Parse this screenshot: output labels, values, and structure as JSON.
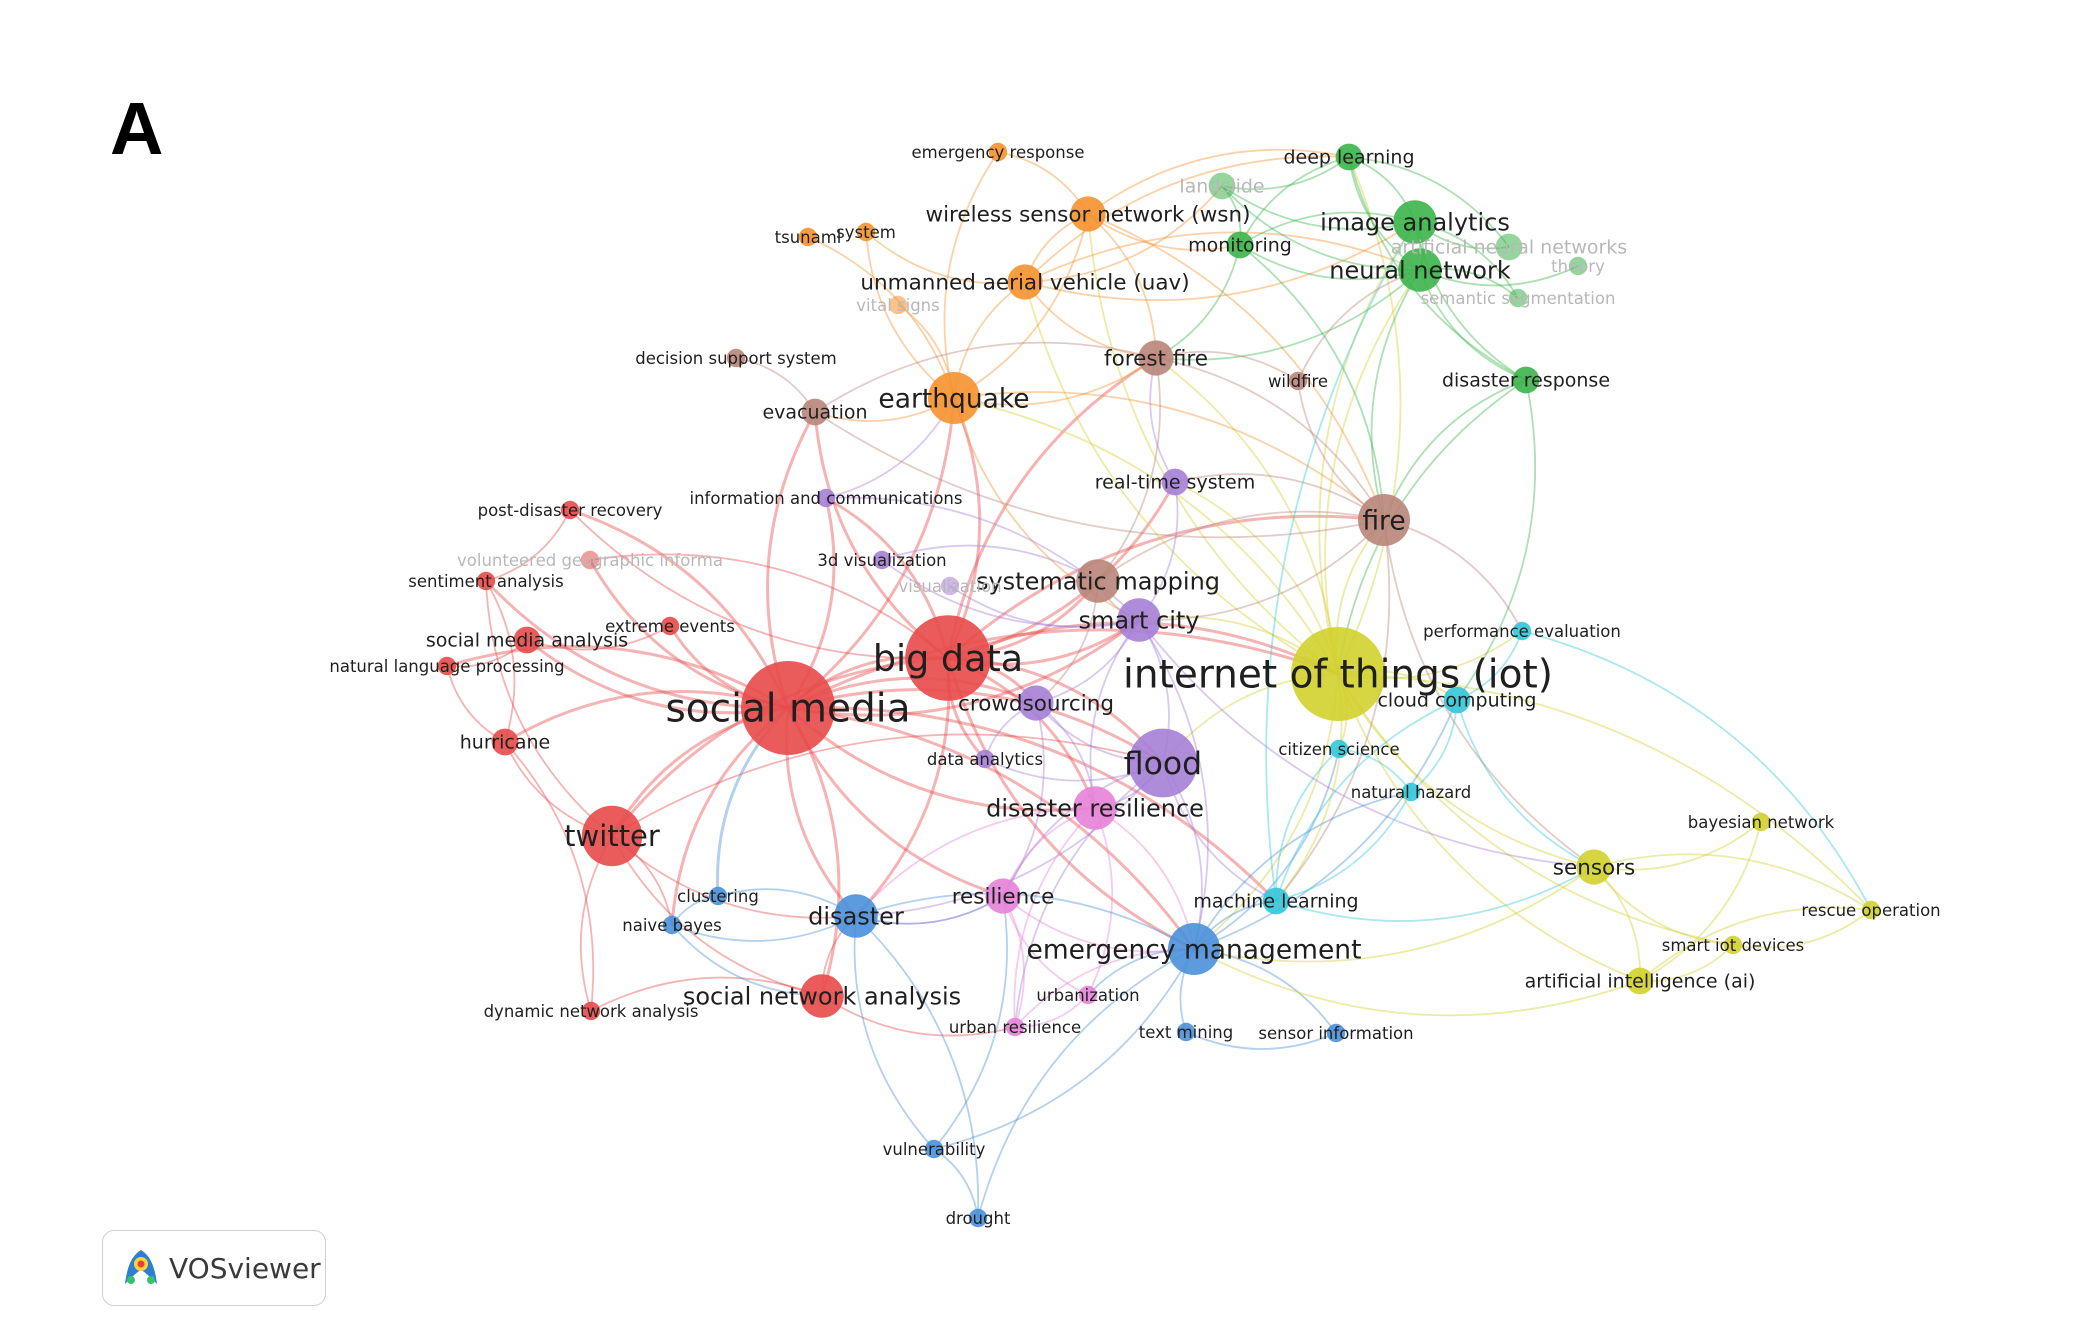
{
  "panel_letter": "A",
  "brand": {
    "name": "VOSviewer",
    "icon": "vosviewer-logo-icon"
  },
  "clusters": {
    "red": "#e84a4a",
    "green": "#3cb44b",
    "orange": "#f5922f",
    "brown": "#b98579",
    "purple": "#a57fd6",
    "yellow": "#d2d02d",
    "blue": "#4a90d9",
    "pink": "#e782d8",
    "cyan": "#34c6d8"
  },
  "items": [
    {
      "label": "social media",
      "cluster": "red",
      "weight": 10
    },
    {
      "label": "big data",
      "cluster": "red",
      "weight": 9
    },
    {
      "label": "twitter",
      "cluster": "red",
      "weight": 6
    },
    {
      "label": "social network analysis",
      "cluster": "red",
      "weight": 4
    },
    {
      "label": "hurricane",
      "cluster": "red",
      "weight": 2
    },
    {
      "label": "social media analysis",
      "cluster": "red",
      "weight": 2
    },
    {
      "label": "natural language processing",
      "cluster": "red",
      "weight": 1
    },
    {
      "label": "sentiment analysis",
      "cluster": "red",
      "weight": 1
    },
    {
      "label": "post-disaster recovery",
      "cluster": "red",
      "weight": 1
    },
    {
      "label": "extreme events",
      "cluster": "red",
      "weight": 1
    },
    {
      "label": "dynamic network analysis",
      "cluster": "red",
      "weight": 1
    },
    {
      "label": "volunteered geographic informa",
      "cluster": "red",
      "weight": 1,
      "faded": true
    },
    {
      "label": "deep learning",
      "cluster": "green",
      "weight": 2
    },
    {
      "label": "landslide",
      "cluster": "green",
      "weight": 2,
      "faded": true
    },
    {
      "label": "image analytics",
      "cluster": "green",
      "weight": 4
    },
    {
      "label": "monitoring",
      "cluster": "green",
      "weight": 2
    },
    {
      "label": "neural network",
      "cluster": "green",
      "weight": 4
    },
    {
      "label": "artificial neural networks",
      "cluster": "green",
      "weight": 2,
      "faded": true
    },
    {
      "label": "semantic segmentation",
      "cluster": "green",
      "weight": 1,
      "faded": true
    },
    {
      "label": "disaster response",
      "cluster": "green",
      "weight": 2
    },
    {
      "label": "theory",
      "cluster": "green",
      "weight": 1,
      "faded": true
    },
    {
      "label": "earthquake",
      "cluster": "orange",
      "weight": 5
    },
    {
      "label": "unmanned aerial vehicle (uav)",
      "cluster": "orange",
      "weight": 3
    },
    {
      "label": "wireless sensor network (wsn)",
      "cluster": "orange",
      "weight": 3
    },
    {
      "label": "system",
      "cluster": "orange",
      "weight": 1
    },
    {
      "label": "tsunami",
      "cluster": "orange",
      "weight": 1
    },
    {
      "label": "emergency response",
      "cluster": "orange",
      "weight": 1
    },
    {
      "label": "vital signs",
      "cluster": "orange",
      "weight": 1,
      "faded": true
    },
    {
      "label": "forest fire",
      "cluster": "brown",
      "weight": 3
    },
    {
      "label": "evacuation",
      "cluster": "brown",
      "weight": 2
    },
    {
      "label": "fire",
      "cluster": "brown",
      "weight": 5
    },
    {
      "label": "systematic mapping",
      "cluster": "brown",
      "weight": 4
    },
    {
      "label": "wildfire",
      "cluster": "brown",
      "weight": 1
    },
    {
      "label": "decision support system",
      "cluster": "brown",
      "weight": 1
    },
    {
      "label": "flood",
      "cluster": "purple",
      "weight": 7
    },
    {
      "label": "smart city",
      "cluster": "purple",
      "weight": 4
    },
    {
      "label": "crowdsourcing",
      "cluster": "purple",
      "weight": 3
    },
    {
      "label": "real-time system",
      "cluster": "purple",
      "weight": 2
    },
    {
      "label": "information and communications",
      "cluster": "purple",
      "weight": 1
    },
    {
      "label": "3d visualization",
      "cluster": "purple",
      "weight": 1
    },
    {
      "label": "visualization",
      "cluster": "purple",
      "weight": 1,
      "faded": true
    },
    {
      "label": "data analytics",
      "cluster": "purple",
      "weight": 1
    },
    {
      "label": "internet of things (iot)",
      "cluster": "yellow",
      "weight": 10
    },
    {
      "label": "sensors",
      "cluster": "yellow",
      "weight": 3
    },
    {
      "label": "artificial intelligence (ai)",
      "cluster": "yellow",
      "weight": 2
    },
    {
      "label": "smart iot devices",
      "cluster": "yellow",
      "weight": 1
    },
    {
      "label": "rescue operation",
      "cluster": "yellow",
      "weight": 1
    },
    {
      "label": "bayesian network",
      "cluster": "yellow",
      "weight": 1
    },
    {
      "label": "disaster",
      "cluster": "blue",
      "weight": 4
    },
    {
      "label": "emergency management",
      "cluster": "blue",
      "weight": 5
    },
    {
      "label": "naive bayes",
      "cluster": "blue",
      "weight": 1
    },
    {
      "label": "clustering",
      "cluster": "blue",
      "weight": 1
    },
    {
      "label": "vulnerability",
      "cluster": "blue",
      "weight": 1
    },
    {
      "label": "drought",
      "cluster": "blue",
      "weight": 1
    },
    {
      "label": "text mining",
      "cluster": "blue",
      "weight": 1
    },
    {
      "label": "sensor information",
      "cluster": "blue",
      "weight": 1
    },
    {
      "label": "disaster resilience",
      "cluster": "pink",
      "weight": 4
    },
    {
      "label": "resilience",
      "cluster": "pink",
      "weight": 3
    },
    {
      "label": "urban resilience",
      "cluster": "pink",
      "weight": 1
    },
    {
      "label": "urbanization",
      "cluster": "pink",
      "weight": 1
    },
    {
      "label": "machine learning",
      "cluster": "cyan",
      "weight": 2
    },
    {
      "label": "cloud computing",
      "cluster": "cyan",
      "weight": 2
    },
    {
      "label": "citizen science",
      "cluster": "cyan",
      "weight": 1
    },
    {
      "label": "natural hazard",
      "cluster": "cyan",
      "weight": 1
    },
    {
      "label": "performance evaluation",
      "cluster": "cyan",
      "weight": 1
    }
  ],
  "links": [
    [
      "social media",
      "big data"
    ],
    [
      "social media",
      "twitter"
    ],
    [
      "social media",
      "flood"
    ],
    [
      "social media",
      "disaster"
    ],
    [
      "social media",
      "social network analysis"
    ],
    [
      "social media",
      "hurricane"
    ],
    [
      "social media",
      "crowdsourcing"
    ],
    [
      "social media",
      "earthquake"
    ],
    [
      "social media",
      "emergency management"
    ],
    [
      "social media",
      "disaster resilience"
    ],
    [
      "social media",
      "social media analysis"
    ],
    [
      "social media",
      "natural language processing"
    ],
    [
      "social media",
      "sentiment analysis"
    ],
    [
      "social media",
      "post-disaster recovery"
    ],
    [
      "social media",
      "extreme events"
    ],
    [
      "social media",
      "information and communications"
    ],
    [
      "social media",
      "evacuation"
    ],
    [
      "social media",
      "smart city"
    ],
    [
      "social media",
      "internet of things (iot)"
    ],
    [
      "social media",
      "resilience"
    ],
    [
      "social media",
      "machine learning"
    ],
    [
      "social media",
      "naive bayes"
    ],
    [
      "big data",
      "internet of things (iot)"
    ],
    [
      "big data",
      "smart city"
    ],
    [
      "big data",
      "flood"
    ],
    [
      "big data",
      "systematic mapping"
    ],
    [
      "big data",
      "crowdsourcing"
    ],
    [
      "big data",
      "earthquake"
    ],
    [
      "big data",
      "fire"
    ],
    [
      "big data",
      "twitter"
    ],
    [
      "big data",
      "disaster resilience"
    ],
    [
      "big data",
      "real-time system"
    ],
    [
      "big data",
      "forest fire"
    ],
    [
      "big data",
      "data analytics"
    ],
    [
      "big data",
      "disaster"
    ],
    [
      "big data",
      "emergency management"
    ],
    [
      "big data",
      "evacuation"
    ],
    [
      "big data",
      "information and communications"
    ],
    [
      "twitter",
      "hurricane"
    ],
    [
      "twitter",
      "social network analysis"
    ],
    [
      "twitter",
      "naive bayes"
    ],
    [
      "twitter",
      "dynamic network analysis"
    ],
    [
      "twitter",
      "sentiment analysis"
    ],
    [
      "twitter",
      "disaster"
    ],
    [
      "twitter",
      "flood"
    ],
    [
      "social network analysis",
      "dynamic network analysis"
    ],
    [
      "social network analysis",
      "disaster"
    ],
    [
      "social network analysis",
      "urban resilience"
    ],
    [
      "internet of things (iot)",
      "fire"
    ],
    [
      "internet of things (iot)",
      "smart city"
    ],
    [
      "internet of things (iot)",
      "cloud computing"
    ],
    [
      "internet of things (iot)",
      "sensors"
    ],
    [
      "internet of things (iot)",
      "wireless sensor network (wsn)"
    ],
    [
      "internet of things (iot)",
      "artificial intelligence (ai)"
    ],
    [
      "internet of things (iot)",
      "machine learning"
    ],
    [
      "internet of things (iot)",
      "flood"
    ],
    [
      "internet of things (iot)",
      "emergency management"
    ],
    [
      "internet of things (iot)",
      "earthquake"
    ],
    [
      "internet of things (iot)",
      "neural network"
    ],
    [
      "internet of things (iot)",
      "forest fire"
    ],
    [
      "internet of things (iot)",
      "rescue operation"
    ],
    [
      "internet of things (iot)",
      "smart iot devices"
    ],
    [
      "internet of things (iot)",
      "unmanned aerial vehicle (uav)"
    ],
    [
      "internet of things (iot)",
      "real-time system"
    ],
    [
      "internet of things (iot)",
      "image analytics"
    ],
    [
      "internet of things (iot)",
      "deep learning"
    ],
    [
      "internet of things (iot)",
      "citizen science"
    ],
    [
      "internet of things (iot)",
      "performance evaluation"
    ],
    [
      "flood",
      "disaster resilience"
    ],
    [
      "flood",
      "smart city"
    ],
    [
      "flood",
      "emergency management"
    ],
    [
      "flood",
      "machine learning"
    ],
    [
      "flood",
      "crowdsourcing"
    ],
    [
      "flood",
      "resilience"
    ],
    [
      "flood",
      "disaster"
    ],
    [
      "flood",
      "urban resilience"
    ],
    [
      "earthquake",
      "unmanned aerial vehicle (uav)"
    ],
    [
      "earthquake",
      "wireless sensor network (wsn)"
    ],
    [
      "earthquake",
      "system"
    ],
    [
      "earthquake",
      "tsunami"
    ],
    [
      "earthquake",
      "evacuation"
    ],
    [
      "earthquake",
      "forest fire"
    ],
    [
      "earthquake",
      "fire"
    ],
    [
      "earthquake",
      "smart city"
    ],
    [
      "earthquake",
      "emergency response"
    ],
    [
      "earthquake",
      "vital signs"
    ],
    [
      "wireless sensor network (wsn)",
      "forest fire"
    ],
    [
      "wireless sensor network (wsn)",
      "monitoring"
    ],
    [
      "wireless sensor network (wsn)",
      "deep learning"
    ],
    [
      "wireless sensor network (wsn)",
      "unmanned aerial vehicle (uav)"
    ],
    [
      "wireless sensor network (wsn)",
      "fire"
    ],
    [
      "wireless sensor network (wsn)",
      "emergency response"
    ],
    [
      "unmanned aerial vehicle (uav)",
      "deep learning"
    ],
    [
      "unmanned aerial vehicle (uav)",
      "image analytics"
    ],
    [
      "unmanned aerial vehicle (uav)",
      "neural network"
    ],
    [
      "unmanned aerial vehicle (uav)",
      "forest fire"
    ],
    [
      "unmanned aerial vehicle (uav)",
      "system"
    ],
    [
      "unmanned aerial vehicle (uav)",
      "landslide"
    ],
    [
      "deep learning",
      "image analytics"
    ],
    [
      "deep learning",
      "neural network"
    ],
    [
      "deep learning",
      "landslide"
    ],
    [
      "deep learning",
      "monitoring"
    ],
    [
      "deep learning",
      "artificial neural networks"
    ],
    [
      "deep learning",
      "disaster response"
    ],
    [
      "image analytics",
      "neural network"
    ],
    [
      "image analytics",
      "artificial neural networks"
    ],
    [
      "image analytics",
      "semantic segmentation"
    ],
    [
      "image analytics",
      "disaster response"
    ],
    [
      "image analytics",
      "landslide"
    ],
    [
      "image analytics",
      "monitoring"
    ],
    [
      "neural network",
      "semantic segmentation"
    ],
    [
      "neural network",
      "disaster response"
    ],
    [
      "neural network",
      "monitoring"
    ],
    [
      "neural network",
      "fire"
    ],
    [
      "neural network",
      "landslide"
    ],
    [
      "neural network",
      "theory"
    ],
    [
      "neural network",
      "forest fire"
    ],
    [
      "disaster response",
      "fire"
    ],
    [
      "disaster response",
      "cloud computing"
    ],
    [
      "disaster response",
      "internet of things (iot)"
    ],
    [
      "monitoring",
      "forest fire"
    ],
    [
      "monitoring",
      "landslide"
    ],
    [
      "monitoring",
      "fire"
    ],
    [
      "fire",
      "forest fire"
    ],
    [
      "fire",
      "smart city"
    ],
    [
      "fire",
      "systematic mapping"
    ],
    [
      "fire",
      "wildfire"
    ],
    [
      "fire",
      "real-time system"
    ],
    [
      "fire",
      "machine learning"
    ],
    [
      "fire",
      "sensors"
    ],
    [
      "fire",
      "performance evaluation"
    ],
    [
      "systematic mapping",
      "smart city"
    ],
    [
      "systematic mapping",
      "crowdsourcing"
    ],
    [
      "systematic mapping",
      "forest fire"
    ],
    [
      "smart city",
      "crowdsourcing"
    ],
    [
      "smart city",
      "disaster resilience"
    ],
    [
      "smart city",
      "emergency management"
    ],
    [
      "smart city",
      "real-time system"
    ],
    [
      "smart city",
      "3d visualization"
    ],
    [
      "smart city",
      "sensors"
    ],
    [
      "crowdsourcing",
      "disaster resilience"
    ],
    [
      "crowdsourcing",
      "data analytics"
    ],
    [
      "crowdsourcing",
      "resilience"
    ],
    [
      "disaster resilience",
      "resilience"
    ],
    [
      "disaster resilience",
      "emergency management"
    ],
    [
      "disaster resilience",
      "urban resilience"
    ],
    [
      "disaster resilience",
      "urbanization"
    ],
    [
      "disaster resilience",
      "disaster"
    ],
    [
      "resilience",
      "urban resilience"
    ],
    [
      "resilience",
      "urbanization"
    ],
    [
      "resilience",
      "disaster"
    ],
    [
      "resilience",
      "emergency management"
    ],
    [
      "disaster",
      "emergency management"
    ],
    [
      "disaster",
      "vulnerability"
    ],
    [
      "disaster",
      "drought"
    ],
    [
      "disaster",
      "clustering"
    ],
    [
      "disaster",
      "naive bayes"
    ],
    [
      "disaster",
      "resilience"
    ],
    [
      "emergency management",
      "machine learning"
    ],
    [
      "emergency management",
      "text mining"
    ],
    [
      "emergency management",
      "sensor information"
    ],
    [
      "emergency management",
      "urbanization"
    ],
    [
      "emergency management",
      "vulnerability"
    ],
    [
      "emergency management",
      "citizen science"
    ],
    [
      "emergency management",
      "natural hazard"
    ],
    [
      "emergency management",
      "cloud computing"
    ],
    [
      "machine learning",
      "cloud computing"
    ],
    [
      "machine learning",
      "natural hazard"
    ],
    [
      "machine learning",
      "citizen science"
    ],
    [
      "machine learning",
      "sensors"
    ],
    [
      "machine learning",
      "image analytics"
    ],
    [
      "cloud computing",
      "sensors"
    ],
    [
      "cloud computing",
      "natural hazard"
    ],
    [
      "cloud computing",
      "performance evaluation"
    ],
    [
      "sensors",
      "artificial intelligence (ai)"
    ],
    [
      "sensors",
      "smart iot devices"
    ],
    [
      "sensors",
      "rescue operation"
    ],
    [
      "sensors",
      "bayesian network"
    ],
    [
      "sensors",
      "emergency management"
    ],
    [
      "artificial intelligence (ai)",
      "smart iot devices"
    ],
    [
      "artificial intelligence (ai)",
      "rescue operation"
    ],
    [
      "artificial intelligence (ai)",
      "bayesian network"
    ],
    [
      "artificial intelligence (ai)",
      "emergency management"
    ],
    [
      "smart iot devices",
      "rescue operation"
    ],
    [
      "performance evaluation",
      "rescue operation"
    ],
    [
      "evacuation",
      "decision support system"
    ],
    [
      "evacuation",
      "forest fire"
    ],
    [
      "evacuation",
      "fire"
    ],
    [
      "hurricane",
      "natural language processing"
    ],
    [
      "hurricane",
      "sentiment analysis"
    ],
    [
      "hurricane",
      "dynamic network analysis"
    ],
    [
      "social media analysis",
      "extreme events"
    ],
    [
      "social media analysis",
      "natural language processing"
    ],
    [
      "post-disaster recovery",
      "big data"
    ],
    [
      "post-disaster recovery",
      "sentiment analysis"
    ],
    [
      "information and communications",
      "earthquake"
    ],
    [
      "information and communications",
      "smart city"
    ],
    [
      "clustering",
      "naive bayes"
    ],
    [
      "clustering",
      "social media"
    ],
    [
      "naive bayes",
      "social network analysis"
    ],
    [
      "vulnerability",
      "drought"
    ],
    [
      "vulnerability",
      "resilience"
    ],
    [
      "drought",
      "emergency management"
    ],
    [
      "urban resilience",
      "urbanization"
    ],
    [
      "urban resilience",
      "emergency management"
    ],
    [
      "text mining",
      "sensor information"
    ],
    [
      "citizen science",
      "natural hazard"
    ],
    [
      "data analytics",
      "flood"
    ],
    [
      "3d visualization",
      "systematic mapping"
    ],
    [
      "visualization",
      "smart city"
    ],
    [
      "real-time system",
      "forest fire"
    ],
    [
      "wildfire",
      "forest fire"
    ],
    [
      "wildfire",
      "neural network"
    ],
    [
      "volunteered geographic informa",
      "social media"
    ],
    [
      "volunteered geographic informa",
      "big data"
    ]
  ]
}
